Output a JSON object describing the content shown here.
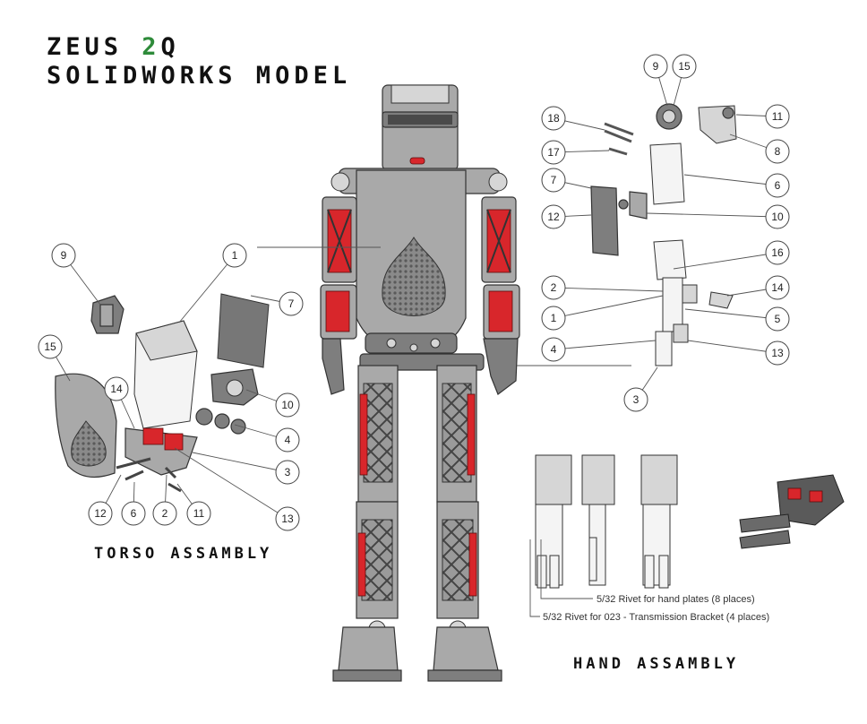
{
  "title": {
    "line1_prefix": "ZEUS ",
    "line1_accent": "2",
    "line1_suffix": "Q",
    "line2": "SOLIDWORKS MODEL"
  },
  "colors": {
    "accent": "#2e8b3a",
    "part_red": "#d8262b",
    "part_gray": "#a9a9a9"
  },
  "labels": {
    "torso": "TORSO ASSAMBLY",
    "hand": "HAND ASSAMBLY"
  },
  "notes": {
    "rivet_hand_plates": "5/32 Rivet for hand plates (8 places)",
    "rivet_transmission": "5/32 Rivet for 023 - Transmission Bracket (4 places)"
  },
  "torso_callouts": [
    "9",
    "1",
    "7",
    "15",
    "14",
    "10",
    "4",
    "3",
    "13",
    "12",
    "6",
    "2",
    "11"
  ],
  "hand_callouts": [
    "9",
    "15",
    "11",
    "18",
    "8",
    "17",
    "6",
    "7",
    "12",
    "10",
    "16",
    "2",
    "14",
    "1",
    "5",
    "4",
    "13",
    "3"
  ]
}
